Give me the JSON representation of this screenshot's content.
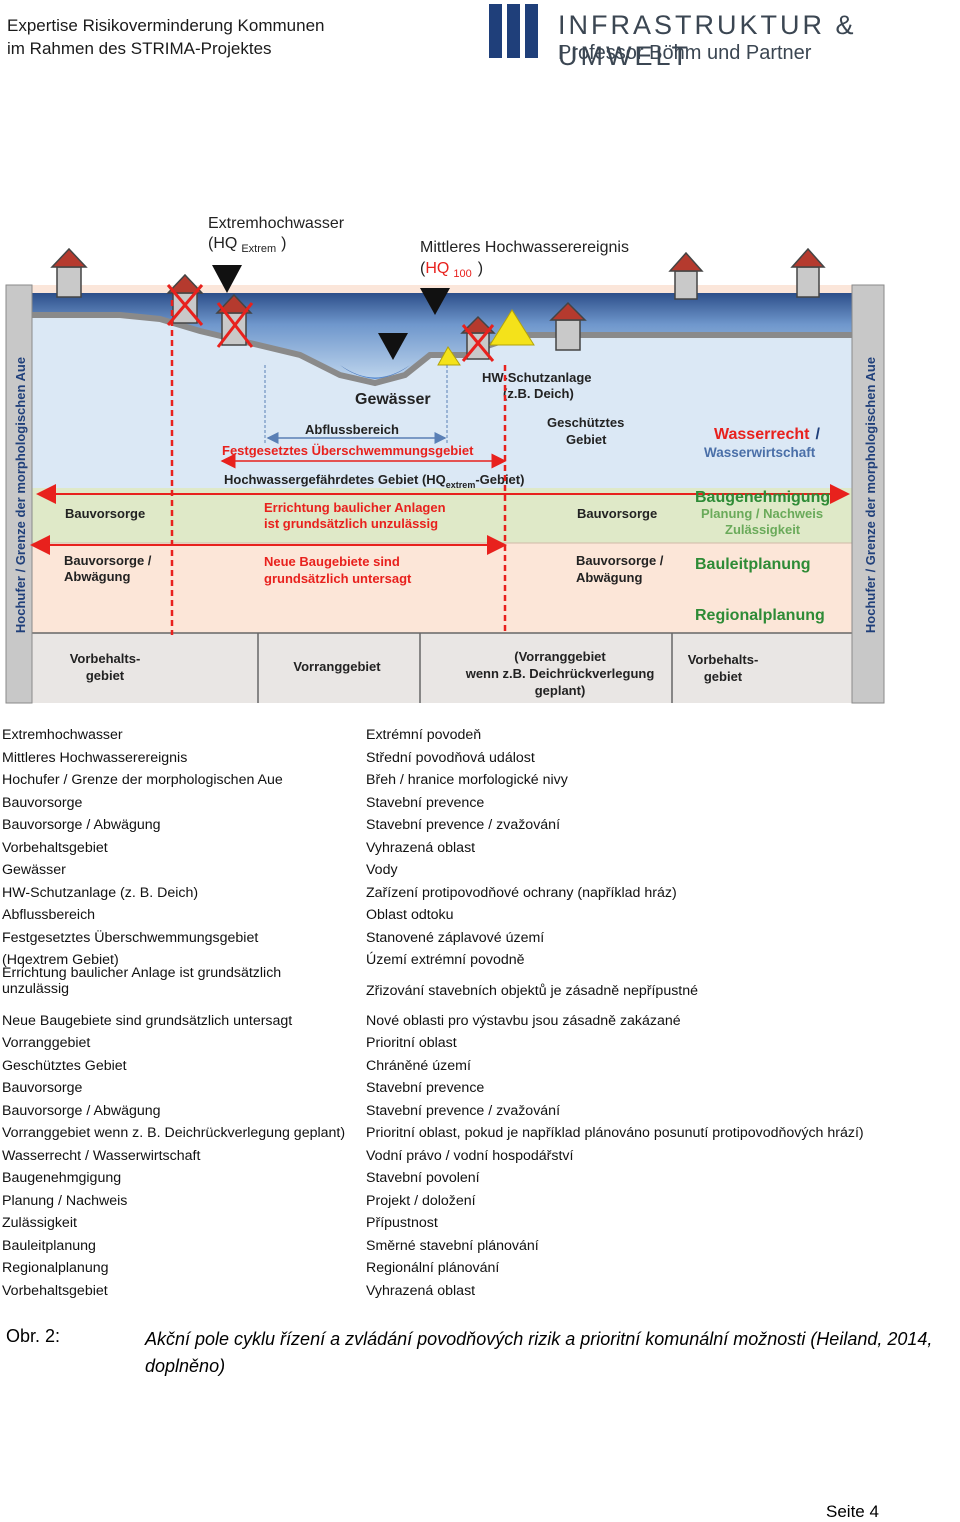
{
  "header": {
    "line1": "Expertise Risikoverminderung Kommunen",
    "line2": "im Rahmen des STRIMA-Projektes",
    "logo_title": "INFRASTRUKTUR & UMWELT",
    "logo_subtitle": "Professor Böhm und Partner"
  },
  "diagram": {
    "extremhochwasser": "Extremhochwasser",
    "hq_extrem_open": "(HQ",
    "hq_extrem_sub": "Extrem",
    "hq_close": ")",
    "mittleres": "Mittleres Hochwasserereignis",
    "hq100_open": "(",
    "hq100_hq": "HQ",
    "hq100_sub": "100",
    "hq100_close": ")",
    "hochufer": "Hochufer / Grenze der morphologischen Aue",
    "gewaesser": "Gewässer",
    "hw_line1": "HW-Schutzanlage",
    "hw_line2": "(z.B. Deich)",
    "abfluss": "Abflussbereich",
    "festgesetzt": "Festgesetztes Überschwemmungsgebiet",
    "geschuetzt1": "Geschütztes",
    "geschuetzt2": "Gebiet",
    "wasserrecht": "Wasserrecht",
    "slash": "/",
    "wasserwirtschaft": "Wasserwirtschaft",
    "hochwassergef_a": "Hochwassergefährdetes Gebiet (HQ",
    "hochwassergef_sub": "extrem",
    "hochwassergef_b": "-Gebiet)",
    "bauvorsorge": "Bauvorsorge",
    "errichtung1": "Errichtung baulicher Anlagen",
    "errichtung2": "ist grundsätzlich unzulässig",
    "baugenehmigung": "Baugenehmigung",
    "planung": "Planung / Nachweis",
    "zulaessigkeit": "Zulässigkeit",
    "bv_abw1": "Bauvorsorge /",
    "bv_abw2": "Abwägung",
    "neue1": "Neue Baugebiete sind",
    "neue2": "grundsätzlich untersagt",
    "bauleitplanung": "Bauleitplanung",
    "regionalplanung": "Regionalplanung",
    "vorbehalt1": "Vorbehalts-",
    "vorbehalt2": "gebiet",
    "vorranggebiet": "Vorranggebiet",
    "vr_wenn1": "(Vorranggebiet",
    "vr_wenn2": "wenn z.B. Deichrückverlegung",
    "vr_wenn3": "geplant)"
  },
  "table": [
    {
      "de": "Extremhochwasser",
      "cz": "Extrémní povodeň"
    },
    {
      "de": "Mittleres Hochwasserereignis",
      "cz": "Střední povodňová událost"
    },
    {
      "de": "Hochufer / Grenze der morphologischen Aue",
      "cz": "Břeh / hranice morfologické nivy"
    },
    {
      "de": "Bauvorsorge",
      "cz": "Stavební prevence"
    },
    {
      "de": "Bauvorsorge / Abwägung",
      "cz": "Stavební prevence / zvažování"
    },
    {
      "de": "Vorbehaltsgebiet",
      "cz": "Vyhrazená oblast"
    },
    {
      "de": "Gewässer",
      "cz": "Vody"
    },
    {
      "de": "HW-Schutzanlage (z. B. Deich)",
      "cz": "Zařízení protipovodňové ochrany (například hráz)"
    },
    {
      "de": "Abflussbereich",
      "cz": "Oblast odtoku"
    },
    {
      "de": "Festgesetztes Überschwemmungsgebiet",
      "cz": "Stanovené záplavové území"
    },
    {
      "de": "(Hqextrem Gebiet)",
      "cz": "Území extrémní povodně"
    },
    {
      "de": "Errichtung baulicher Anlage ist grundsätzlich unzulässig",
      "cz": "Zřizování stavebních objektů je zásadně nepřípustné"
    },
    {
      "de": "Neue Baugebiete sind grundsätzlich untersagt",
      "cz": "Nové oblasti pro výstavbu jsou zásadně zakázané"
    },
    {
      "de": "Vorranggebiet",
      "cz": "Prioritní oblast"
    },
    {
      "de": "Geschütztes Gebiet",
      "cz": "Chráněné území"
    },
    {
      "de": "Bauvorsorge",
      "cz": "Stavební prevence"
    },
    {
      "de": "Bauvorsorge / Abwägung",
      "cz": "Stavební prevence / zvažování"
    },
    {
      "de": "Vorranggebiet wenn z. B. Deichrückverlegung geplant)",
      "cz": "Prioritní oblast, pokud je například plánováno posunutí protipovodňových hrází)"
    },
    {
      "de": "Wasserrecht / Wasserwirtschaft",
      "cz": "Vodní právo / vodní hospodářství"
    },
    {
      "de": "Baugenehmgigung",
      "cz": "Stavební povolení"
    },
    {
      "de": "Planung / Nachweis",
      "cz": "Projekt / doložení"
    },
    {
      "de": "Zulässigkeit",
      "cz": "Přípustnost"
    },
    {
      "de": "Bauleitplanung",
      "cz": "Směrné stavební plánování"
    },
    {
      "de": "Regionalplanung",
      "cz": "Regionální plánování"
    },
    {
      "de": "Vorbehaltsgebiet",
      "cz": "Vyhrazená oblast"
    }
  ],
  "caption": {
    "label": "Obr. 2:",
    "text": "Akční pole cyklu řízení a zvládání povodňových rizik a prioritní komunální možnosti (Heiland, 2014, doplněno)"
  },
  "footer": {
    "page": "Seite 4"
  },
  "colors": {
    "red": "#e8211d",
    "navy": "#1f3f7a",
    "green_text": "#2e8b36",
    "water_dark": "#3a5f9a",
    "water_light": "#b9d3ec"
  }
}
